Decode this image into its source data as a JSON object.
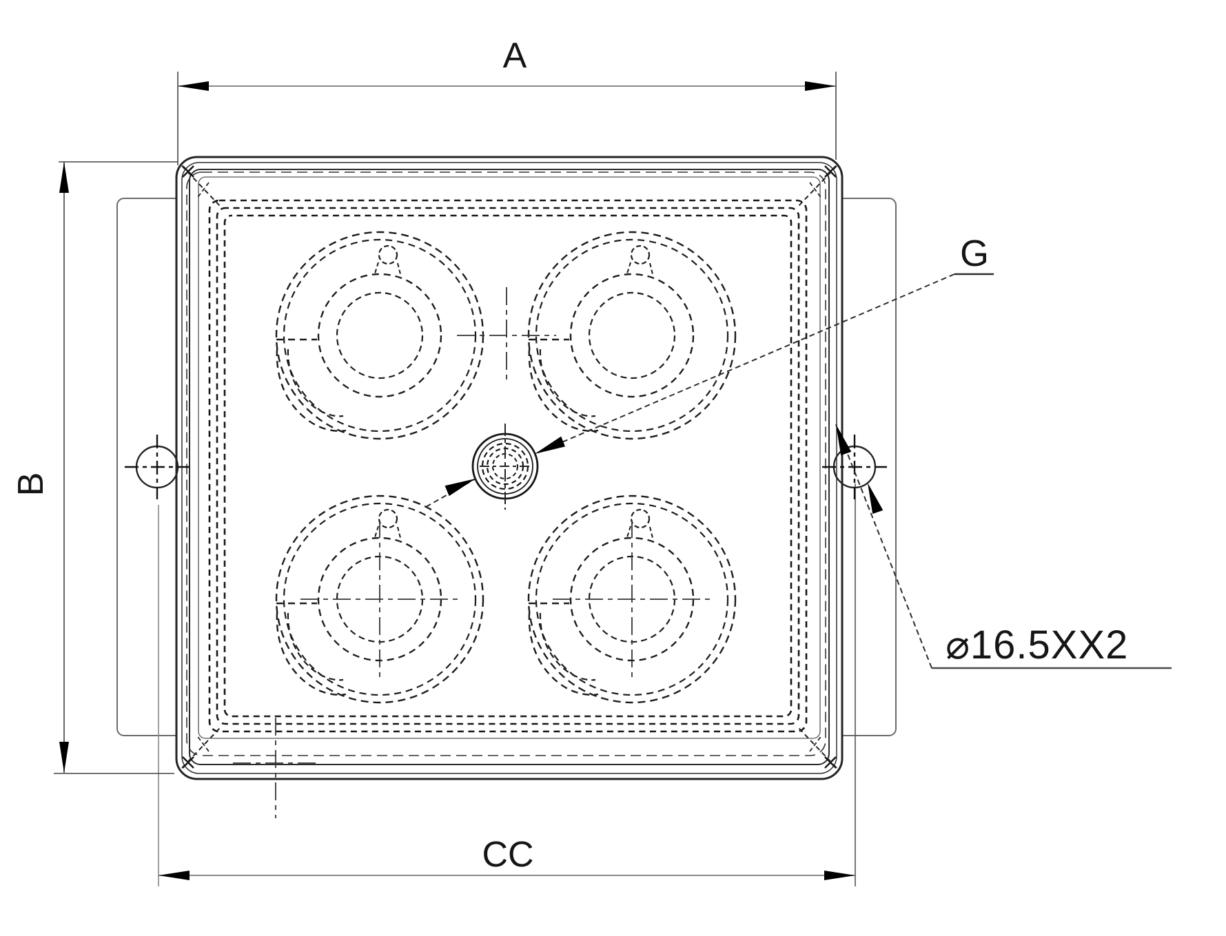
{
  "drawing": {
    "type": "technical-drawing",
    "view": "front-face-of-square-enclosure-with-4-round-lamp-openings",
    "labels": {
      "width_dim": "A",
      "height_dim": "B",
      "hole_spacing_dim": "CC",
      "gland_ref": "G",
      "mounting_hole_note": "⌀16.5XX2"
    },
    "features": {
      "lamp_openings": 4,
      "mounting_holes": 2,
      "central_gland": 1
    },
    "colors": {
      "line_dark": "#1f1f1f",
      "line_medium": "#555555",
      "line_dim": "#777777",
      "arrow_fill": "#000000",
      "background": "#ffffff"
    }
  }
}
